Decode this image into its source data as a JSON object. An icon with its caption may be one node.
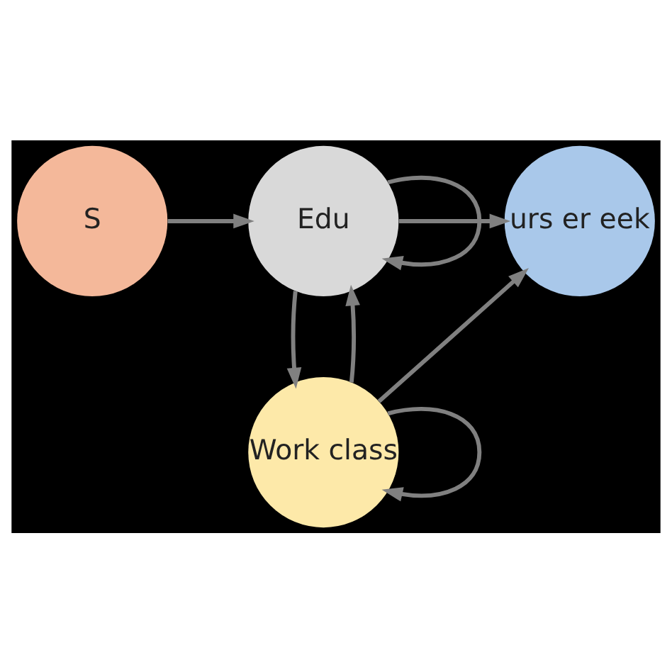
{
  "diagram": {
    "nodes": [
      {
        "text": [
          "urs er eek"
        ]
      },
      {
        "text": [
          "Edu"
        ]
      },
      {
        "text": [
          "S"
        ]
      },
      {
        "text": [
          "Work class"
        ]
      }
    ],
    "edges": [
      {
        "from": 1,
        "to": 1,
        "arrow": "to"
      },
      {
        "from": 1,
        "to": 0,
        "arrow": "to"
      },
      {
        "from": 2,
        "to": 1,
        "arrow": "to"
      },
      {
        "from": 3,
        "to": 0,
        "arrow": "to"
      },
      {
        "from": 1,
        "to": 3,
        "arrow": "to"
      },
      {
        "from": 3,
        "to": 1,
        "arrow": "to"
      },
      {
        "from": 3,
        "to": 3,
        "arrow": "to"
      }
    ]
  }
}
